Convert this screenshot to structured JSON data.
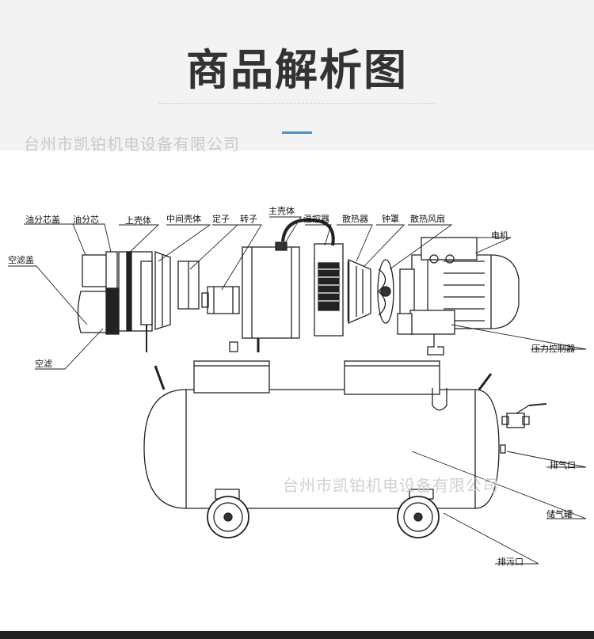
{
  "header": {
    "title": "商品解析图",
    "watermark": "台州市凯铂机电设备有限公司"
  },
  "diagram": {
    "labels": {
      "oil_core_cover": "油分芯盖",
      "oil_core": "油分芯",
      "upper_shell": "上壳体",
      "middle_shell": "中间壳体",
      "stator": "定子",
      "rotor": "转子",
      "main_shell": "主壳体",
      "thermostat": "温控器",
      "radiator": "散热器",
      "bell_cover": "钟罩",
      "fan": "散热风扇",
      "motor": "电机",
      "air_filter_cover": "空滤盖",
      "air_filter": "空滤",
      "pressure_controller": "压力控制器",
      "exhaust_port": "排气口",
      "tank": "储气罐",
      "drain_port": "排污口"
    },
    "watermark": "台州市凯铂机电设备有限公司"
  }
}
